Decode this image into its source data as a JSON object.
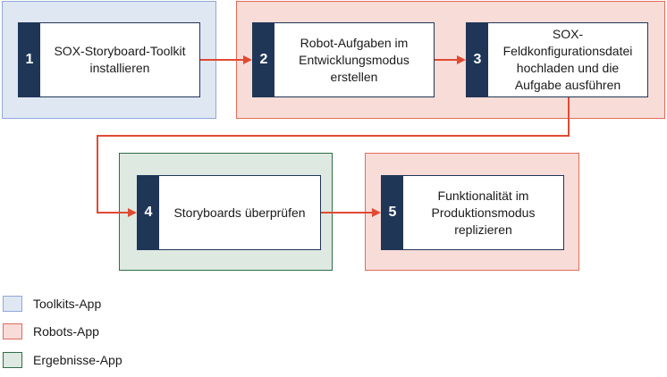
{
  "colors": {
    "toolkits_fill": "#dfe7f2",
    "toolkits_border": "#8ea9d8",
    "robots_fill": "#f8dcd8",
    "robots_border": "#e06c5a",
    "results_fill": "#dde9e1",
    "results_border": "#2f6e46",
    "step_badge": "#1f3657",
    "connector": "#e04a32"
  },
  "steps": [
    {
      "number": "1",
      "label": "SOX-Storyboard-Toolkit installieren"
    },
    {
      "number": "2",
      "label": "Robot-Aufgaben im Entwicklungsmodus erstellen"
    },
    {
      "number": "3",
      "label": "SOX-Feldkonfigurationsdatei hochladen und die Aufgabe ausführen"
    },
    {
      "number": "4",
      "label": "Storyboards überprüfen"
    },
    {
      "number": "5",
      "label": "Funktionalität im Produktionsmodus replizieren"
    }
  ],
  "legend": [
    {
      "label": "Toolkits-App"
    },
    {
      "label": "Robots-App"
    },
    {
      "label": "Ergebnisse-App"
    }
  ]
}
